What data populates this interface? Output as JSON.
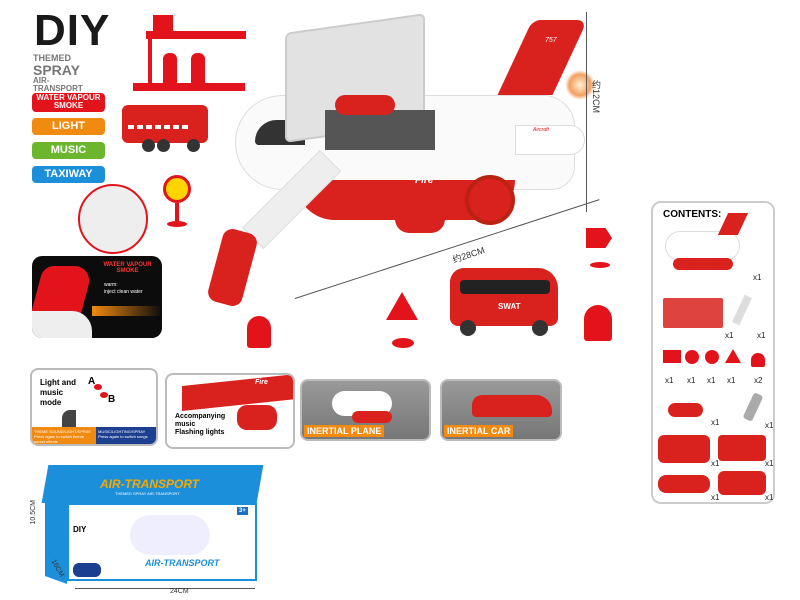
{
  "header": {
    "title": "DIY",
    "subtitle": [
      "THEMED",
      "SPRAY",
      "AIR-",
      "TRANSPORT"
    ]
  },
  "features": [
    {
      "label": "WATER VAPOUR SMOKE",
      "color": "#e3131b"
    },
    {
      "label": "LIGHT",
      "color": "#f08a10"
    },
    {
      "label": "MUSIC",
      "color": "#6cb62e"
    },
    {
      "label": "TAXIWAY",
      "color": "#1b8fd9"
    }
  ],
  "main_product": {
    "tail_text": "757",
    "side_text": "Fire",
    "wing_text": "Aircraft",
    "height_label": "约12CM",
    "length_label": "约28CM",
    "van_text": "SWAT"
  },
  "inset": {
    "title": "WATER VAPOUR SMOKE",
    "note_line1": "warm:",
    "note_line2": "inject clean water"
  },
  "panels": [
    {
      "title": "Light and music mode",
      "a_letter": "A",
      "b_letter": "B",
      "a_label": "THEME SOUND/LIGHT/SPRAY",
      "a_hint": "Press again to switch theme sound effects",
      "b_label": "MUSIC/LIGHTING/SPRAY",
      "b_hint": "Press again to switch songs"
    },
    {
      "text": "Accompanying music Flashing lights",
      "wing_text": "Fire"
    },
    {
      "tag": "INERTIAL PLANE"
    },
    {
      "tag": "INERTIAL CAR"
    }
  ],
  "contents": {
    "title": "CONTENTS:",
    "quantities": [
      "x1",
      "x1",
      "x1",
      "x1",
      "x1",
      "x1",
      "x1",
      "x2",
      "x1",
      "x1",
      "x1",
      "x1",
      "x1",
      "x1"
    ]
  },
  "package": {
    "brand": "AIR-TRANSPORT",
    "subtitle": "THEMED SPRAY AIR-TRANSPORT",
    "diy": "DIY",
    "age": "3+",
    "height_label": "10.5CM",
    "depth_label": "16CM",
    "width_label": "24CM"
  }
}
